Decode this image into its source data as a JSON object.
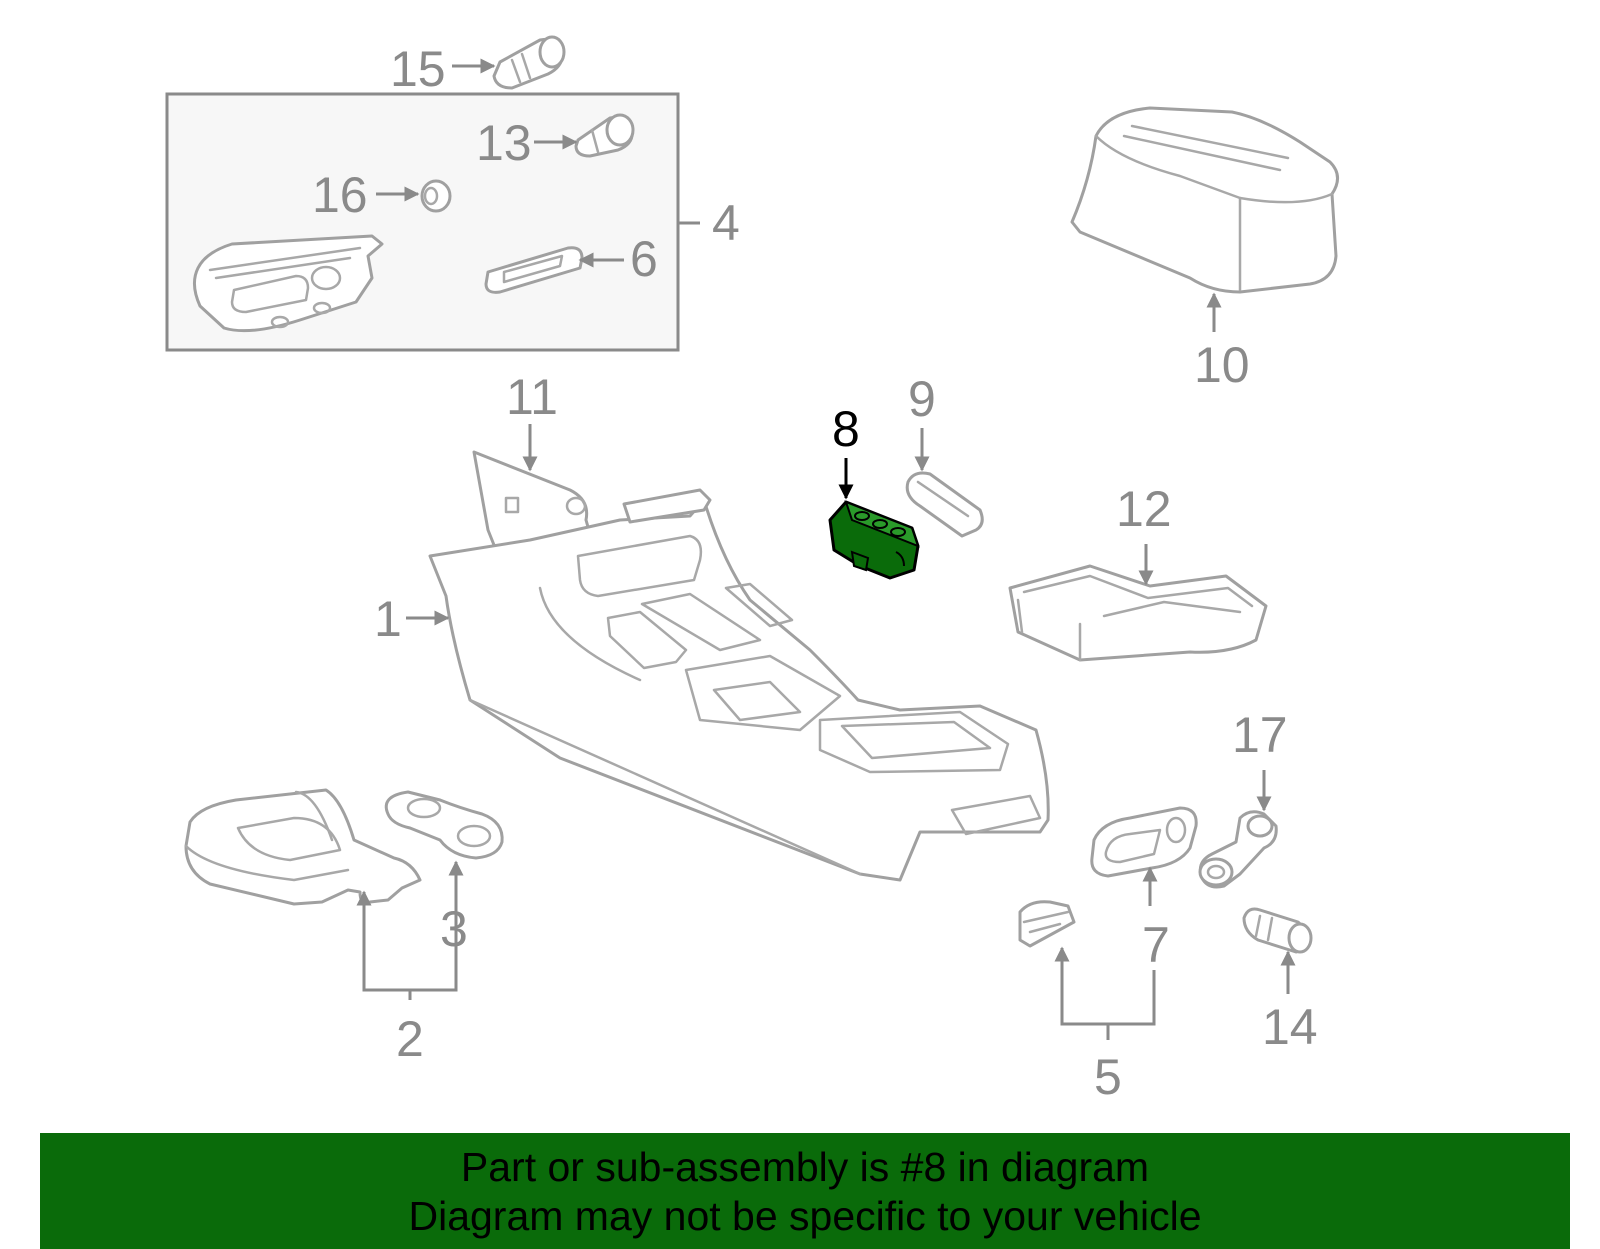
{
  "diagram": {
    "highlight_color": "#0a6b0a",
    "part_stroke_color": "#a0a0a0",
    "label_color": "#8a8a8a",
    "callouts": [
      "1",
      "2",
      "3",
      "4",
      "5",
      "6",
      "7",
      "8",
      "9",
      "10",
      "11",
      "12",
      "13",
      "14",
      "15",
      "16",
      "17"
    ],
    "highlighted_callout": "8"
  },
  "banner": {
    "line1": "Part or sub-assembly is #8 in diagram",
    "line2": "Diagram may not be specific to your vehicle",
    "background": "#0a6b0a"
  }
}
